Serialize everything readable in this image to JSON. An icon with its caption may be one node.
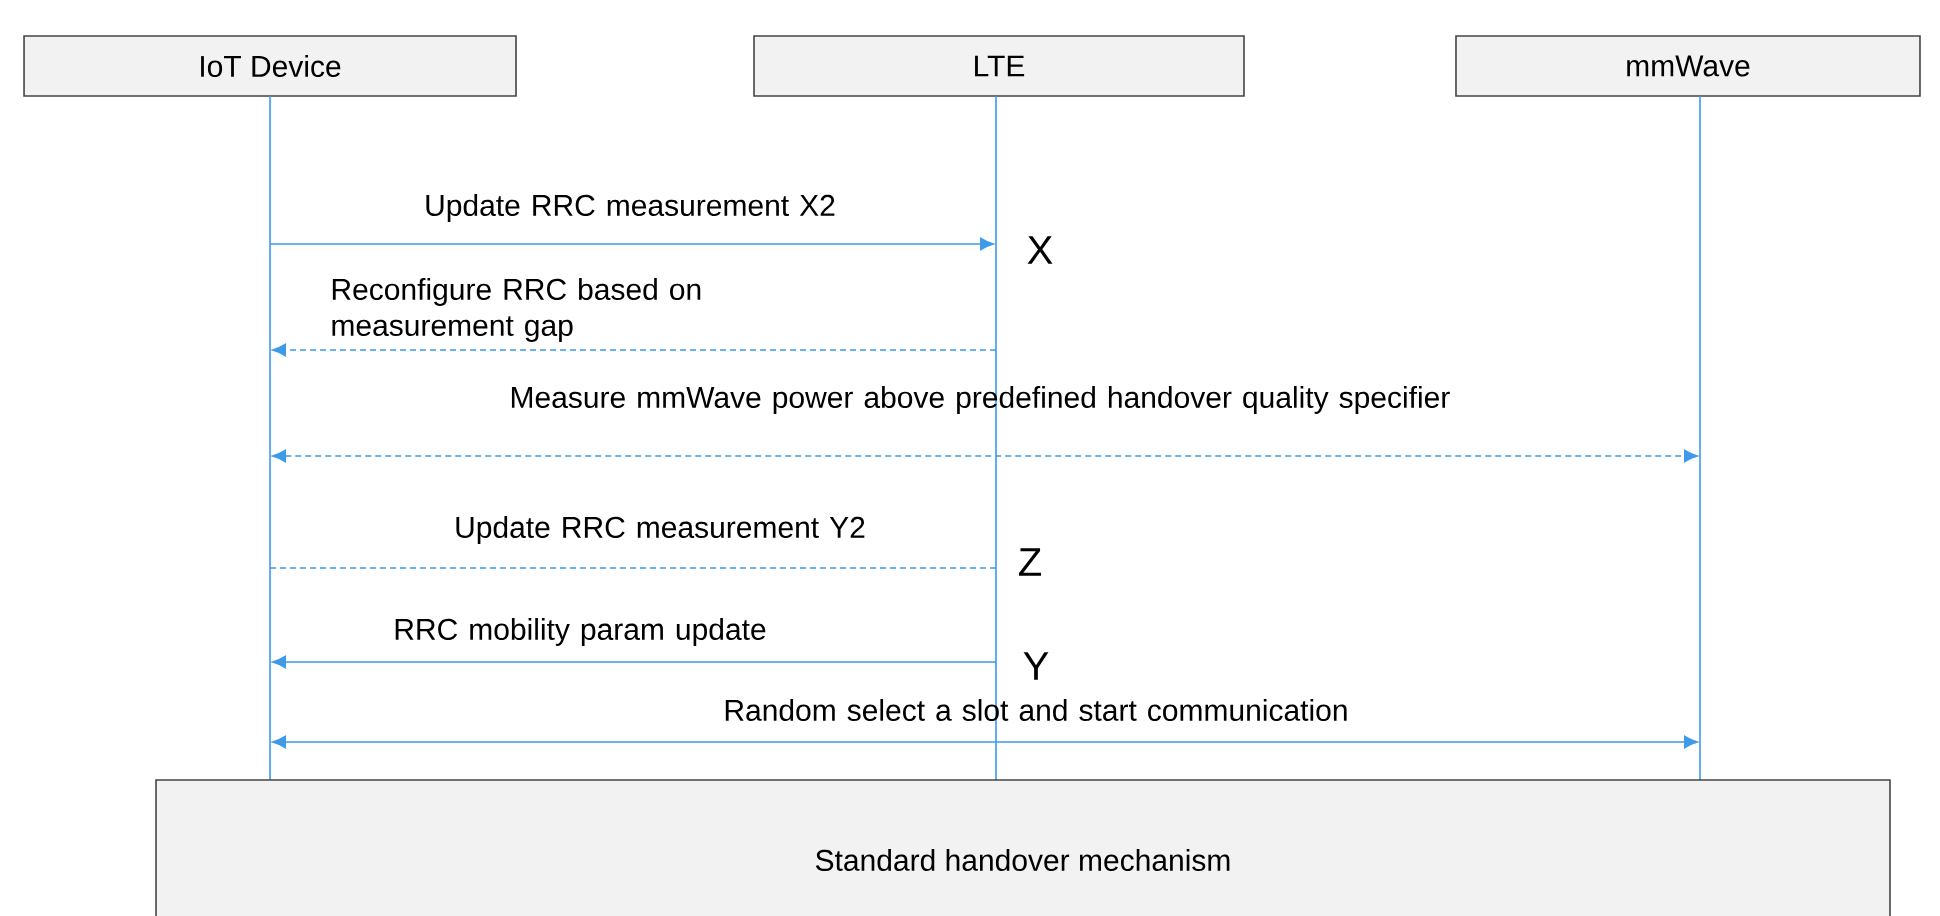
{
  "diagram": {
    "nodes": [
      {
        "text": [
          "IoT Device"
        ]
      },
      {
        "text": [
          "LTE"
        ]
      },
      {
        "text": [
          "mmWave"
        ]
      },
      {
        "text": [],
        "shape": "line"
      },
      {
        "text": [],
        "shape": "line"
      },
      {
        "text": [],
        "shape": "line"
      },
      {
        "text": [
          "Standard handover mechanism"
        ]
      }
    ],
    "edges": [
      {
        "from": 3,
        "to": 4,
        "arrow": "to",
        "label": "Update RRC measurement X2"
      },
      {
        "from": 4,
        "to": 3,
        "arrow": "to",
        "style": "dashed",
        "label": "Reconfigure RRC based on measurement gap"
      },
      {
        "from": 3,
        "to": 5,
        "arrow": "both",
        "style": "dashed",
        "label": "Measure mmWave power above predefined handover quality specifier"
      },
      {
        "from": 3,
        "to": 4,
        "arrow": "none",
        "style": "dashed",
        "label": "Update RRC measurement Y2"
      },
      {
        "from": 4,
        "to": 3,
        "arrow": "to",
        "label": "RRC mobility param update"
      },
      {
        "from": 3,
        "to": 5,
        "arrow": "both",
        "label": "Random select a slot and start communication"
      }
    ],
    "labels": [
      "X",
      "Z",
      "Y"
    ]
  }
}
